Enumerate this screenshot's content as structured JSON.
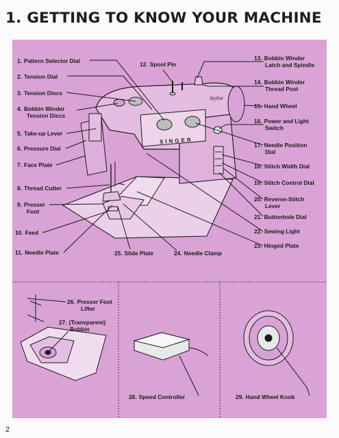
{
  "page": {
    "title": "1. GETTING TO KNOW YOUR MACHINE",
    "page_number": "2"
  },
  "machine": {
    "brand": "SINGER",
    "model": "Stylist"
  },
  "parts": {
    "p1": {
      "num": "1.",
      "line1": "Pattern Selector Dial",
      "line2": ""
    },
    "p2": {
      "num": "2.",
      "line1": "Tension Dial",
      "line2": ""
    },
    "p3": {
      "num": "3.",
      "line1": "Tension Discs",
      "line2": ""
    },
    "p4": {
      "num": "4.",
      "line1": "Bobbin Winder",
      "line2": "Tension Discs"
    },
    "p5": {
      "num": "5.",
      "line1": "Take-up Lever",
      "line2": ""
    },
    "p6": {
      "num": "6.",
      "line1": "Pressure Dial",
      "line2": ""
    },
    "p7": {
      "num": "7.",
      "line1": "Face Plate",
      "line2": ""
    },
    "p8": {
      "num": "8.",
      "line1": "Thread Cutter",
      "line2": ""
    },
    "p9": {
      "num": "9.",
      "line1": "Presser",
      "line2": "Foot"
    },
    "p10": {
      "num": "10.",
      "line1": "Feed",
      "line2": ""
    },
    "p11": {
      "num": "11.",
      "line1": "Needle Plate",
      "line2": ""
    },
    "p12": {
      "num": "12.",
      "line1": "Spool Pin",
      "line2": ""
    },
    "p13": {
      "num": "13.",
      "line1": "Bobbin Winder",
      "line2": "Latch and Spindle"
    },
    "p14": {
      "num": "14.",
      "line1": "Bobbin Winder",
      "line2": "Thread Post"
    },
    "p15": {
      "num": "15.",
      "line1": "Hand Wheel",
      "line2": ""
    },
    "p16": {
      "num": "16.",
      "line1": "Power and Light",
      "line2": "Switch"
    },
    "p17": {
      "num": "17.",
      "line1": "Needle Position",
      "line2": "Dial"
    },
    "p18": {
      "num": "18.",
      "line1": "Stitch Width Dial",
      "line2": ""
    },
    "p19": {
      "num": "19.",
      "line1": "Stitch Control Dial",
      "line2": ""
    },
    "p20": {
      "num": "20.",
      "line1": "Reverse-Stitch",
      "line2": "Lever"
    },
    "p21": {
      "num": "21.",
      "line1": "Buttonhole Dial",
      "line2": ""
    },
    "p22": {
      "num": "22.",
      "line1": "Sewing Light",
      "line2": ""
    },
    "p23": {
      "num": "23.",
      "line1": "Hinged Plate",
      "line2": ""
    },
    "p24": {
      "num": "24.",
      "line1": "Needle Clamp",
      "line2": ""
    },
    "p25": {
      "num": "25.",
      "line1": "Slide Plate",
      "line2": ""
    },
    "p26": {
      "num": "26.",
      "line1": "Presser Foot",
      "line2": "Lifter"
    },
    "p27": {
      "num": "27.",
      "line1": "(Transparent)",
      "line2": "Bobbin"
    },
    "p28": {
      "num": "28.",
      "line1": "Speed Controller",
      "line2": ""
    },
    "p29": {
      "num": "29.",
      "line1": "Hand Wheel Knob",
      "line2": ""
    }
  },
  "colors": {
    "panel": "#d9a3d5",
    "ink": "#1a1a1a",
    "page": "#fbfbfb"
  }
}
